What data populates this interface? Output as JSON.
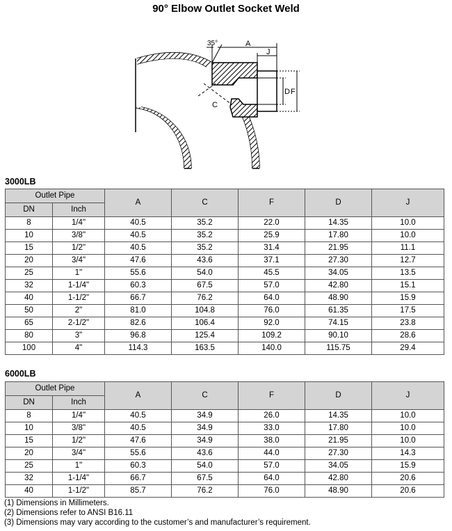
{
  "title": "90° Elbow Outlet Socket Weld",
  "diagram": {
    "labels": {
      "angle": "35°",
      "a": "A",
      "j": "J",
      "d": "D",
      "f": "F",
      "c": "C"
    }
  },
  "columns": {
    "group": "Outlet Pipe",
    "dn": "DN",
    "inch": "Inch",
    "a": "A",
    "c": "C",
    "f": "F",
    "d": "D",
    "j": "J"
  },
  "class3000": {
    "label": "3000LB",
    "rows": [
      [
        "8",
        "1/4\"",
        "40.5",
        "35.2",
        "22.0",
        "14.35",
        "10.0"
      ],
      [
        "10",
        "3/8\"",
        "40.5",
        "35.2",
        "25.9",
        "17.80",
        "10.0"
      ],
      [
        "15",
        "1/2\"",
        "40.5",
        "35.2",
        "31.4",
        "21.95",
        "11.1"
      ],
      [
        "20",
        "3/4\"",
        "47.6",
        "43.6",
        "37.1",
        "27.30",
        "12.7"
      ],
      [
        "25",
        "1\"",
        "55.6",
        "54.0",
        "45.5",
        "34.05",
        "13.5"
      ],
      [
        "32",
        "1-1/4\"",
        "60.3",
        "67.5",
        "57.0",
        "42.80",
        "15.1"
      ],
      [
        "40",
        "1-1/2\"",
        "66.7",
        "76.2",
        "64.0",
        "48.90",
        "15.9"
      ],
      [
        "50",
        "2\"",
        "81.0",
        "104.8",
        "76.0",
        "61.35",
        "17.5"
      ],
      [
        "65",
        "2-1/2\"",
        "82.6",
        "106.4",
        "92.0",
        "74.15",
        "23.8"
      ],
      [
        "80",
        "3\"",
        "96.8",
        "125.4",
        "109.2",
        "90.10",
        "28.6"
      ],
      [
        "100",
        "4\"",
        "114.3",
        "163.5",
        "140.0",
        "115.75",
        "29.4"
      ]
    ]
  },
  "class6000": {
    "label": "6000LB",
    "rows": [
      [
        "8",
        "1/4\"",
        "40.5",
        "34.9",
        "26.0",
        "14.35",
        "10.0"
      ],
      [
        "10",
        "3/8\"",
        "40.5",
        "34.9",
        "33.0",
        "17.80",
        "10.0"
      ],
      [
        "15",
        "1/2\"",
        "47.6",
        "34.9",
        "38.0",
        "21.95",
        "10.0"
      ],
      [
        "20",
        "3/4\"",
        "55.6",
        "43.6",
        "44.0",
        "27.30",
        "14.3"
      ],
      [
        "25",
        "1\"",
        "60.3",
        "54.0",
        "57.0",
        "34.05",
        "15.9"
      ],
      [
        "32",
        "1-1/4\"",
        "66.7",
        "67.5",
        "64.0",
        "42.80",
        "20.6"
      ],
      [
        "40",
        "1-1/2\"",
        "85.7",
        "76.2",
        "76.0",
        "48.90",
        "20.6"
      ]
    ]
  },
  "notes": [
    "(1) Dimensions in Millimeters.",
    "(2) Dimensions refer to ANSI B16.11",
    "(3) Dimensions may vary according to the customer’s and manufacturer’s requirement."
  ]
}
